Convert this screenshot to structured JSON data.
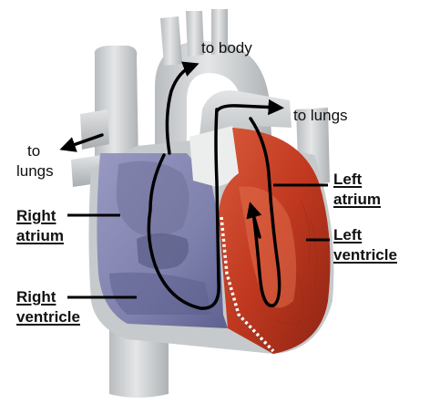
{
  "labels": {
    "to_body": "to body",
    "to_lungs_right": "to lungs",
    "to_lungs_left_line1": "to",
    "to_lungs_left_line2": "lungs",
    "right_atrium_line1": "Right",
    "right_atrium_line2": "atrium",
    "right_ventricle_line1": "Right",
    "right_ventricle_line2": "ventricle",
    "left_atrium_line1": "Left",
    "left_atrium_line2": "atrium",
    "left_ventricle_line1": "Left",
    "left_ventricle_line2": "ventricle"
  },
  "colors": {
    "background": "#ffffff",
    "vessel_gray": "#cfd2d4",
    "vessel_shadow": "#a9adb0",
    "right_side_blue": "#8486b4",
    "left_side_red": "#c13a20",
    "flow_line": "#000000",
    "septum_dots": "#ffffff"
  }
}
